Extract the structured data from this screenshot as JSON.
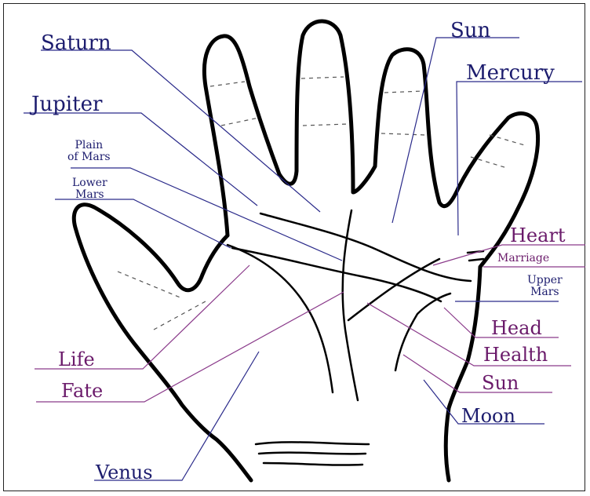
{
  "colors": {
    "mount_label": "#1c1c6e",
    "line_label": "#6a1a6a",
    "outline": "#000000"
  },
  "labels": {
    "saturn": "Saturn",
    "jupiter": "Jupiter",
    "plain_of_mars_1": "Plain",
    "plain_of_mars_2": "of Mars",
    "lower_mars_1": "Lower",
    "lower_mars_2": "Mars",
    "life": "Life",
    "fate": "Fate",
    "venus": "Venus",
    "sun_top": "Sun",
    "mercury": "Mercury",
    "heart": "Heart",
    "marriage": "Marriage",
    "upper_mars_1": "Upper",
    "upper_mars_2": "Mars",
    "head": "Head",
    "health": "Health",
    "sun_bottom": "Sun",
    "moon": "Moon"
  }
}
